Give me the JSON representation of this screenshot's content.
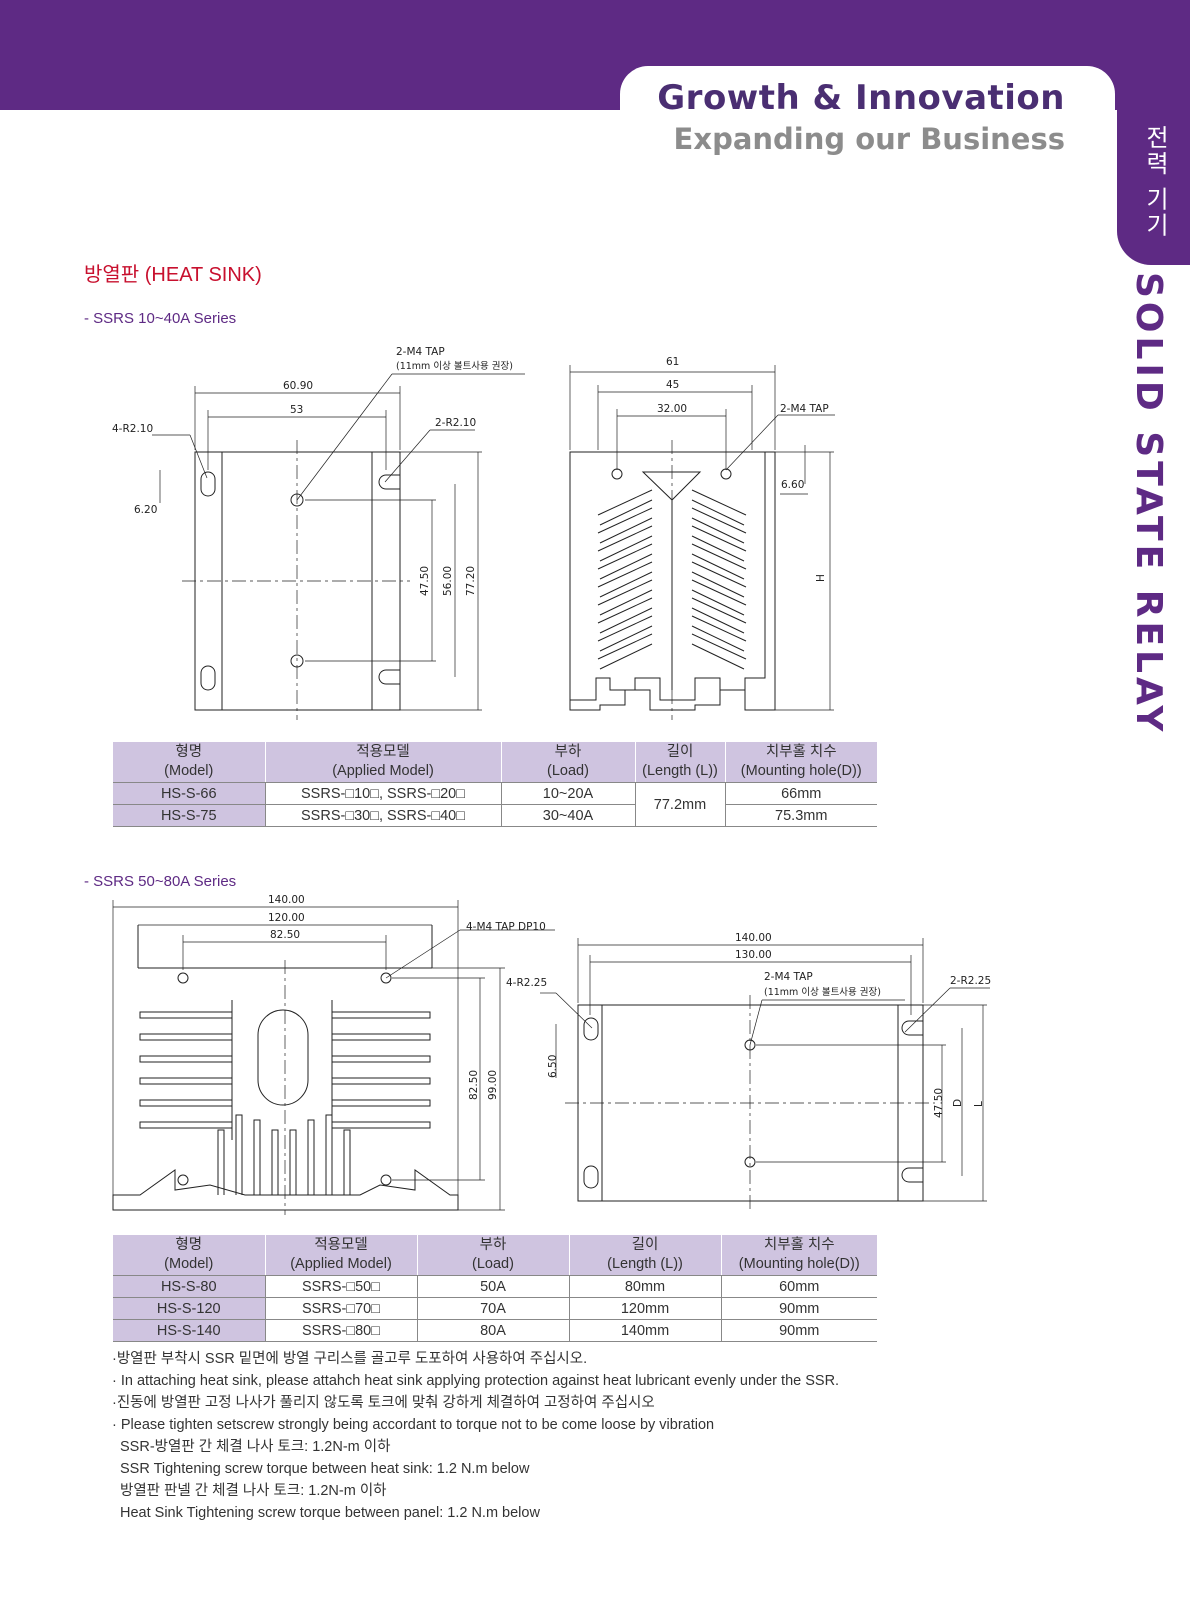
{
  "header": {
    "title": "Growth & Innovation",
    "subtitle": "Expanding our Business"
  },
  "side_tab": {
    "korean": "전력 기기",
    "english": "SOLID STATE RELAY"
  },
  "section_title": "방열판 (HEAT SINK)",
  "series1": {
    "label": "- SSRS 10~40A Series",
    "drawing_labels": {
      "d_6090": "60.90",
      "d_53": "53",
      "r_4": "4-R2.10",
      "r_2": "2-R2.10",
      "tap1": "2-M4 TAP",
      "tap1_note": "(11mm 이상 볼트사용 권장)",
      "d_620": "6.20",
      "d_4750": "47.50",
      "d_5600": "56.00",
      "d_7720": "77.20",
      "d_61": "61",
      "d_45": "45",
      "d_3200": "32.00",
      "tap2": "2-M4 TAP",
      "d_660": "6.60",
      "h": "H"
    },
    "table": {
      "headers": [
        {
          "ko": "형명",
          "en": "(Model)"
        },
        {
          "ko": "적용모델",
          "en": "(Applied Model)"
        },
        {
          "ko": "부하",
          "en": "(Load)"
        },
        {
          "ko": "길이",
          "en": "(Length (L))"
        },
        {
          "ko": "치부홀 치수",
          "en": "(Mounting hole(D))"
        }
      ],
      "rows": [
        {
          "model": "HS-S-66",
          "applied": "SSRS-□10□, SSRS-□20□",
          "load": "10~20A",
          "length": "77.2mm",
          "mount": "66mm"
        },
        {
          "model": "HS-S-75",
          "applied": "SSRS-□30□, SSRS-□40□",
          "load": "30~40A",
          "length": "",
          "mount": "75.3mm"
        }
      ]
    }
  },
  "series2": {
    "label": "- SSRS 50~80A Series",
    "drawing_labels": {
      "d_140": "140.00",
      "d_120": "120.00",
      "d_8250": "82.50",
      "tap": "4-M4 TAP DP10",
      "d_8250v": "82.50",
      "d_9900": "99.00",
      "d_140b": "140.00",
      "d_130": "130.00",
      "r_4": "4-R2.25",
      "tap2": "2-M4 TAP",
      "tap2_note": "(11mm 이상 볼트사용 권장)",
      "r_2": "2-R2.25",
      "d_650": "6.50",
      "d_4750": "47.50",
      "d": "D",
      "l": "L"
    },
    "table": {
      "headers": [
        {
          "ko": "형명",
          "en": "(Model)"
        },
        {
          "ko": "적용모델",
          "en": "(Applied Model)"
        },
        {
          "ko": "부하",
          "en": "(Load)"
        },
        {
          "ko": "길이",
          "en": "(Length (L))"
        },
        {
          "ko": "치부홀 치수",
          "en": "(Mounting hole(D))"
        }
      ],
      "rows": [
        {
          "model": "HS-S-80",
          "applied": "SSRS-□50□",
          "load": "50A",
          "length": "80mm",
          "mount": "60mm"
        },
        {
          "model": "HS-S-120",
          "applied": "SSRS-□70□",
          "load": "70A",
          "length": "120mm",
          "mount": "90mm"
        },
        {
          "model": "HS-S-140",
          "applied": "SSRS-□80□",
          "load": "80A",
          "length": "140mm",
          "mount": "90mm"
        }
      ]
    }
  },
  "notes": [
    "·방열판 부착시 SSR 밑면에 방열 구리스를 골고루 도포하여 사용하여 주십시오.",
    "· In attaching heat sink, please attahch heat sink applying protection against heat lubricant evenly under the SSR.",
    "·진동에 방열판 고정 나사가 풀리지 않도록 토크에 맞춰 강하게 체결하여 고정하여 주십시오",
    "· Please tighten setscrew strongly being accordant to torque not to be come loose by vibration",
    "  SSR-방열판 간 체결 나사 토크: 1.2N-m 이하",
    "  SSR Tightening screw torque between heat sink: 1.2 N.m below",
    "  방열판 판넬 간 체결 나사 토크: 1.2N-m 이하",
    "  Heat Sink Tightening screw torque between panel: 1.2 N.m below"
  ]
}
